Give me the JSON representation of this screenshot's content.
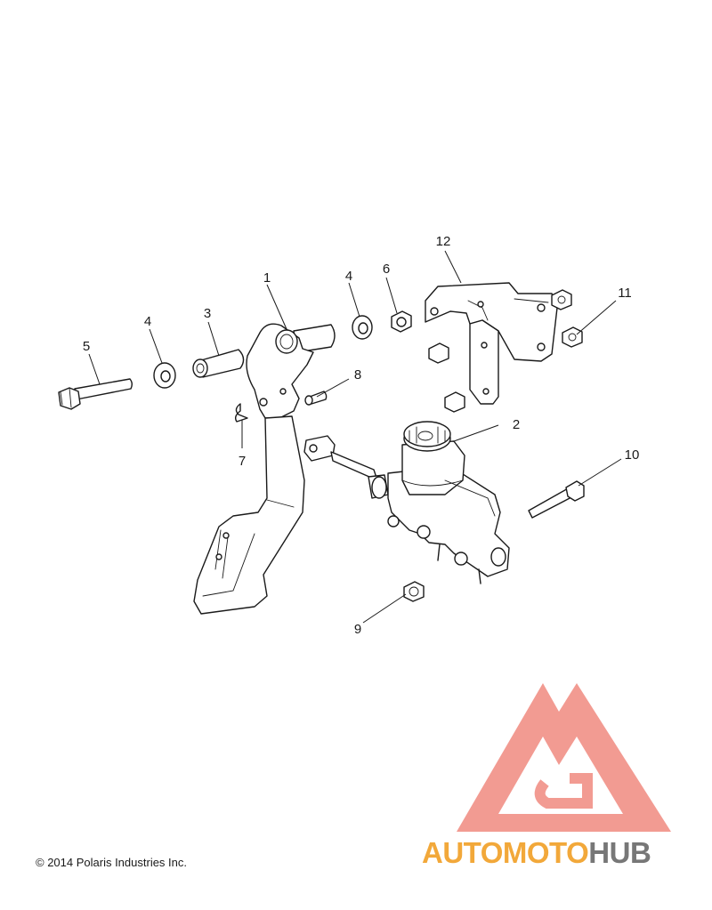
{
  "callouts": {
    "c1": "1",
    "c2": "2",
    "c3": "3",
    "c4a": "4",
    "c4b": "4",
    "c5": "5",
    "c6": "6",
    "c7": "7",
    "c8": "8",
    "c9": "9",
    "c10": "10",
    "c11": "11",
    "c12": "12"
  },
  "copyright": "© 2014 Polaris Industries Inc.",
  "watermark": {
    "part1": "AUTOMOTO",
    "part2": "HUB",
    "color_primary": "#f2a83a",
    "color_secondary": "#777777",
    "logo_color": "#f08a80"
  }
}
